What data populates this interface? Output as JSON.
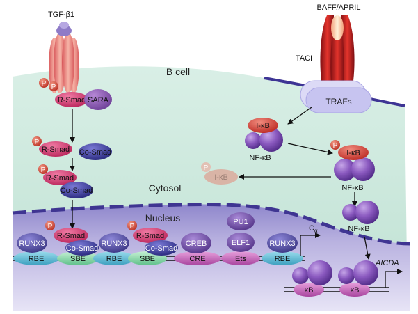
{
  "ligands": {
    "tgf": "TGF-β1",
    "baff": "BAFF/APRIL",
    "taci": "TACI",
    "trafs": "TRAFs"
  },
  "compartments": {
    "cell": "B cell",
    "cytosol": "Cytosol",
    "nucleus": "Nucleus"
  },
  "proteins": {
    "p": "P",
    "r_smad": "R-Smad",
    "sara": "SARA",
    "co_smad": "Co-Smad",
    "ikb": "I-κB",
    "nfkb": "NF-κB",
    "runx3": "RUNX3",
    "creb": "CREB",
    "pu1": "PU1",
    "elf1": "ELF1"
  },
  "dna": {
    "rbe": "RBE",
    "sbe": "SBE",
    "cre": "CRE",
    "ets": "Ets",
    "kb": "κB",
    "c_alpha": "Cα",
    "aicda": "AICDA"
  },
  "colors": {
    "background": "#ffffff",
    "cytosol": "#cfe9de",
    "cell_membrane": "#3d3494",
    "nucleus": "#bdb6e0",
    "r_smad": "#d8336f",
    "co_smad": "#3a3aa0",
    "nfkb": "#8556b9",
    "ikb": "#d6403a",
    "phospho": "#d34a36",
    "tgf_receptor": "#ec8a82",
    "baff_receptor": "#b51c20",
    "trafs": "#c7c4f0",
    "rbe": "#58b7cf",
    "sbe": "#86d6a6",
    "cre_ets": "#c262b8",
    "faded_ikb": "#d9b4a6"
  }
}
